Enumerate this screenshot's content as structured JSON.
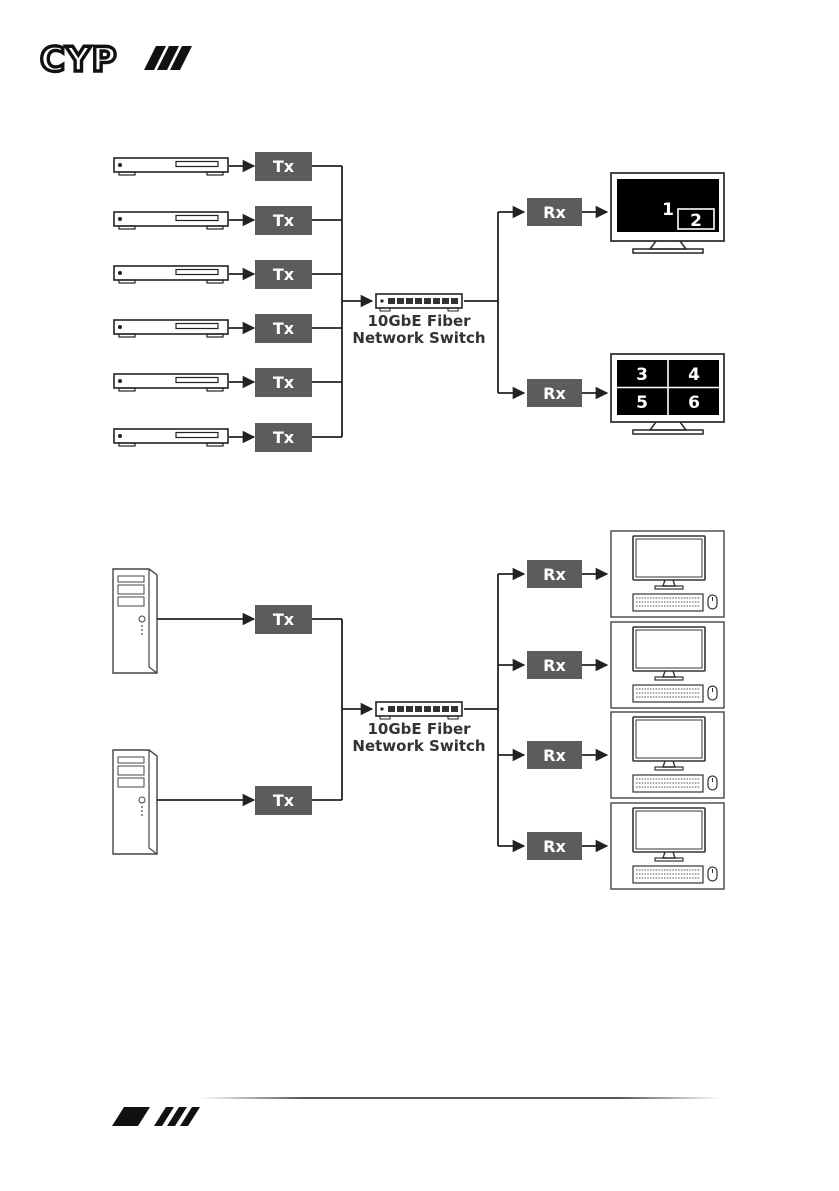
{
  "brand": {
    "logo_text": "CYP"
  },
  "colors": {
    "box": "#5c5c5c",
    "line": "#222222",
    "footer_line": "#444444"
  },
  "diagram_top": {
    "sources": [
      {
        "tx_label": "Tx"
      },
      {
        "tx_label": "Tx"
      },
      {
        "tx_label": "Tx"
      },
      {
        "tx_label": "Tx"
      },
      {
        "tx_label": "Tx"
      },
      {
        "tx_label": "Tx"
      }
    ],
    "switch": {
      "line1": "10GbE Fiber",
      "line2": "Network Switch"
    },
    "receivers": [
      {
        "rx_label": "Rx",
        "display": "pip",
        "windows": [
          "1",
          "2"
        ]
      },
      {
        "rx_label": "Rx",
        "display": "quad",
        "windows": [
          "3",
          "4",
          "5",
          "6"
        ]
      }
    ]
  },
  "diagram_bottom": {
    "sources": [
      {
        "tx_label": "Tx"
      },
      {
        "tx_label": "Tx"
      }
    ],
    "switch": {
      "line1": "10GbE Fiber",
      "line2": "Network Switch"
    },
    "receivers": [
      {
        "rx_label": "Rx"
      },
      {
        "rx_label": "Rx"
      },
      {
        "rx_label": "Rx"
      },
      {
        "rx_label": "Rx"
      }
    ]
  }
}
